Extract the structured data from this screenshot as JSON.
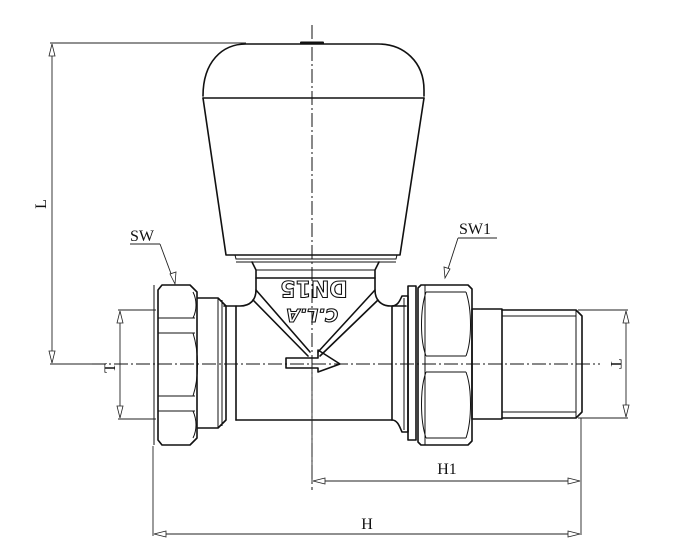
{
  "drawing": {
    "subject": "straight radiator valve with manual knob",
    "dimensions": {
      "overall_height": "L",
      "overall_length": "H",
      "axis_to_tail_length": "H1",
      "thread_left": "T",
      "thread_right": "T",
      "nut_wrench_size": "SW",
      "tail_nut_wrench_size": "SW1"
    },
    "body_markings": {
      "size": "DN15",
      "brand": "C.L.A"
    },
    "colors": {
      "line": "#111111",
      "background": "#ffffff"
    }
  }
}
